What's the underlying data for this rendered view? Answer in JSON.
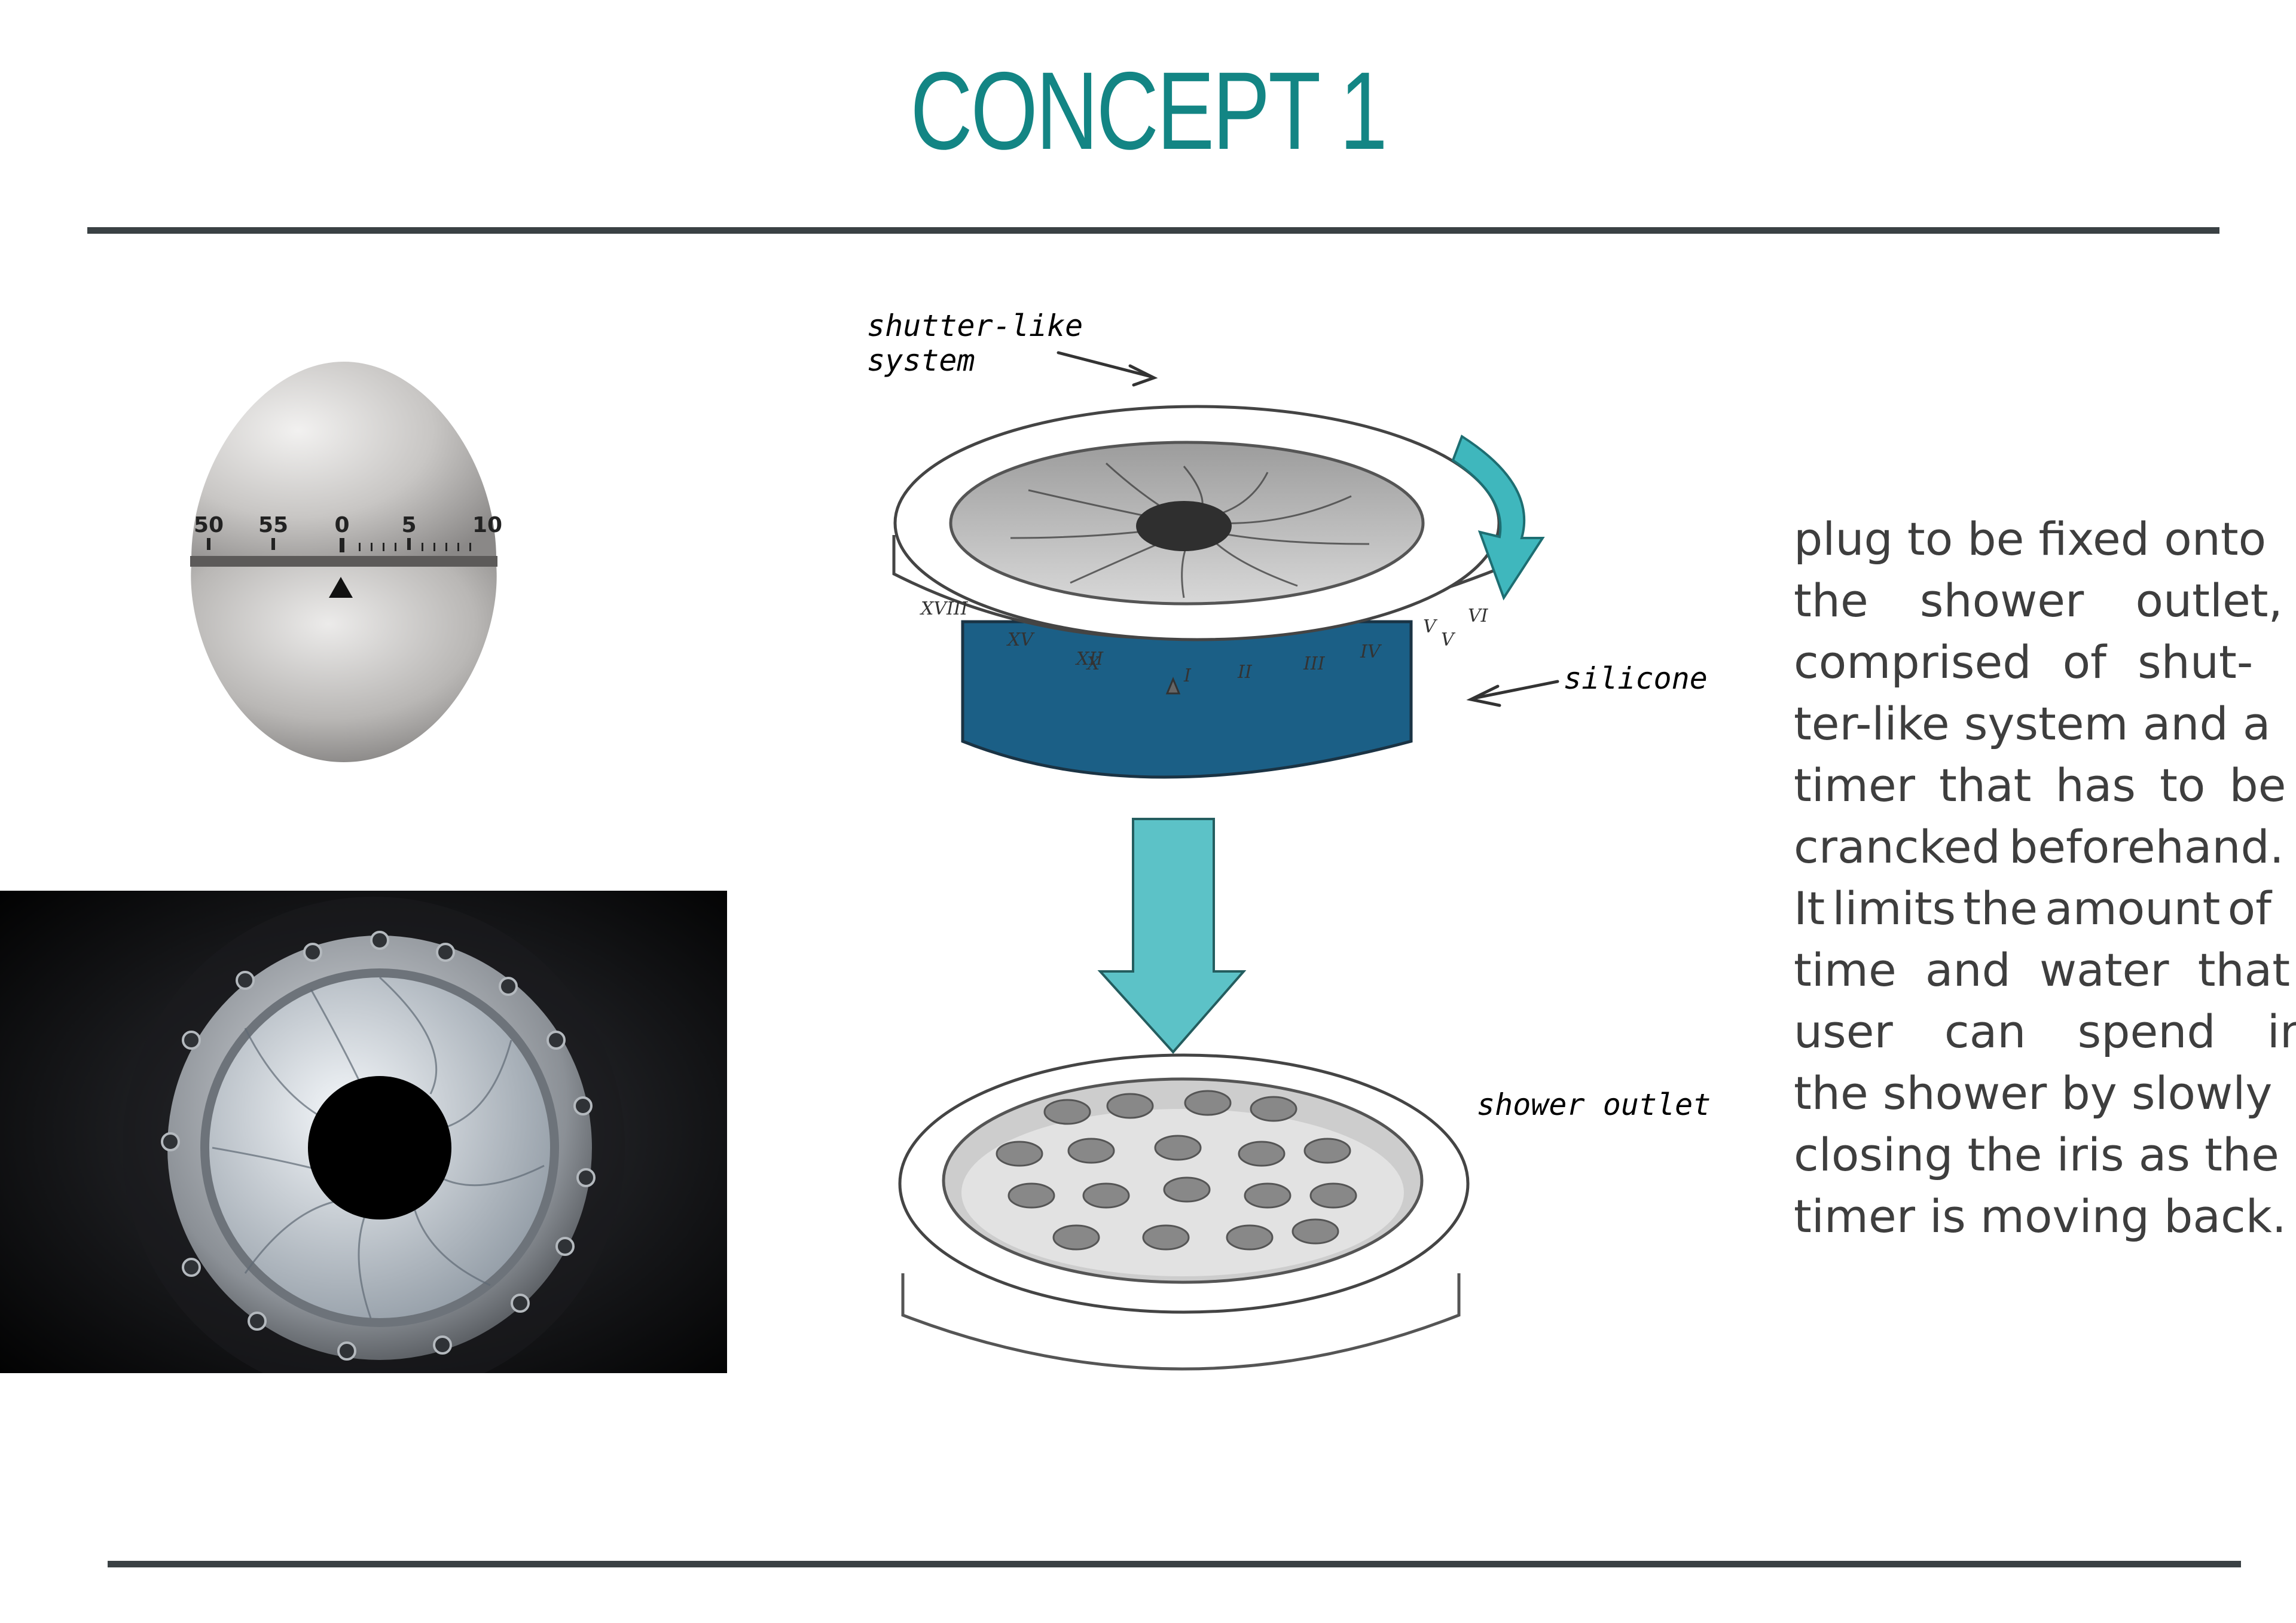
{
  "title": "CONCEPT 1",
  "timer_dial": {
    "numbers": [
      "50",
      "55",
      "0",
      "5",
      "10"
    ]
  },
  "sketch": {
    "annotations": {
      "shutter_line1": "shutter-like",
      "shutter_line2": "system",
      "silicone": "silicone",
      "shower_outlet": "shower outlet"
    },
    "dial_marks": [
      "XVIII",
      "XV",
      "XII",
      "X",
      "V",
      "I",
      "II",
      "III",
      "IV",
      "V",
      "VI"
    ]
  },
  "description": {
    "lines": [
      "plug to be fixed onto",
      "the shower outlet,",
      "comprised of shut-",
      "ter-like system and a",
      "timer that has to be",
      "crancked beforehand.",
      "It limits the amount of",
      "time and water that",
      "user can spend in",
      "the shower by slowly",
      "closing the iris as the",
      "timer is moving back."
    ]
  },
  "colors": {
    "title": "#138584",
    "rule": "#3a4144",
    "text": "#3e3e3e",
    "accent_teal": "#3fb7bd",
    "accent_blue": "#1b5f86"
  }
}
